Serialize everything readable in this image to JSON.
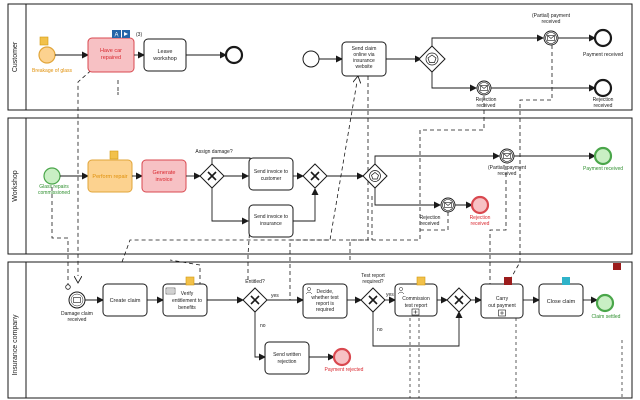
{
  "pools": {
    "customer": "Customer",
    "workshop": "Workshop",
    "insurance": "Insurance company"
  },
  "customer": {
    "breakage_event": [
      "Breakage of glass"
    ],
    "have_car_repaired": [
      "Have car",
      "repaired"
    ],
    "role_badge": "A",
    "annotation_marker": "(3)",
    "leave_workshop": [
      "Leave",
      "workshop"
    ],
    "send_claim_online": [
      "Send claim",
      "online via",
      "insurance",
      "website"
    ],
    "partial_payment_received": [
      "(Partial) payment",
      "received"
    ],
    "payment_received": [
      "Payment received"
    ],
    "rejection_received": [
      "Rejection",
      "received"
    ],
    "rejection_received_end": [
      "Rejection",
      "received"
    ]
  },
  "workshop": {
    "glass_repair_commissioned": [
      "Glass repairs",
      "commissioned"
    ],
    "perform_repair": [
      "Perform repair"
    ],
    "generate_invoice": [
      "Generate",
      "invoice"
    ],
    "assign_damage": [
      "Assign damage?"
    ],
    "send_invoice_customer": [
      "Send invoice to",
      "customer"
    ],
    "send_invoice_insurance": [
      "Send invoice to",
      "insurance"
    ],
    "rejection_received": [
      "Rejection",
      "received"
    ],
    "rejection_received_end": [
      "Rejection",
      "received"
    ],
    "partial_payment_received": [
      "(Partial) payment",
      "received"
    ],
    "payment_received": [
      "Payment received"
    ]
  },
  "insurance": {
    "damage_claim_received": [
      "Damage claim",
      "received"
    ],
    "create_claim": [
      "Create claim"
    ],
    "verify_entitlement": [
      "Verify",
      "entitlement to",
      "benefits"
    ],
    "entitled": [
      "Entitled?"
    ],
    "yes_label": "yes",
    "no_label": "no",
    "decide_test_report": [
      "Decide,",
      "whether test",
      "report is",
      "required"
    ],
    "test_report_required": [
      "Test report",
      "required?"
    ],
    "yes_label_2": "yes",
    "no_label_2": "no",
    "commission_test_report": [
      "Commission",
      "test report"
    ],
    "carry_out_payment": [
      "Carry",
      "out payment"
    ],
    "close_claim": [
      "Close claim"
    ],
    "claim_settled": [
      "Claim settled"
    ],
    "send_written_rejection": [
      "Send written",
      "rejection"
    ],
    "payment_rejected": [
      "Payment rejected"
    ]
  },
  "colors": {
    "stroke": "#1a1a1a",
    "pool_bg": "#ffffff",
    "start_green_fill": "#c9efc4",
    "start_green_stroke": "#4aa64a",
    "orange_fill": "#fcd28f",
    "orange_stroke": "#e1a53a",
    "red_fill": "#f7c1c4",
    "red_stroke": "#d9484f",
    "orange_text": "#e0900a",
    "red_text": "#d9272e",
    "green_text": "#2f8f2f",
    "badge_blue": "#2465a8",
    "badge_darkred": "#9b1c1c",
    "badge_cyan": "#2fb3c9"
  },
  "icons": {
    "envelope": "envelope-icon",
    "pentagon": "pentagon-icon",
    "x_gateway": "exclusive-gateway-icon",
    "subprocess": "subprocess-marker-icon",
    "doc": "document-icon",
    "person": "person-icon"
  }
}
